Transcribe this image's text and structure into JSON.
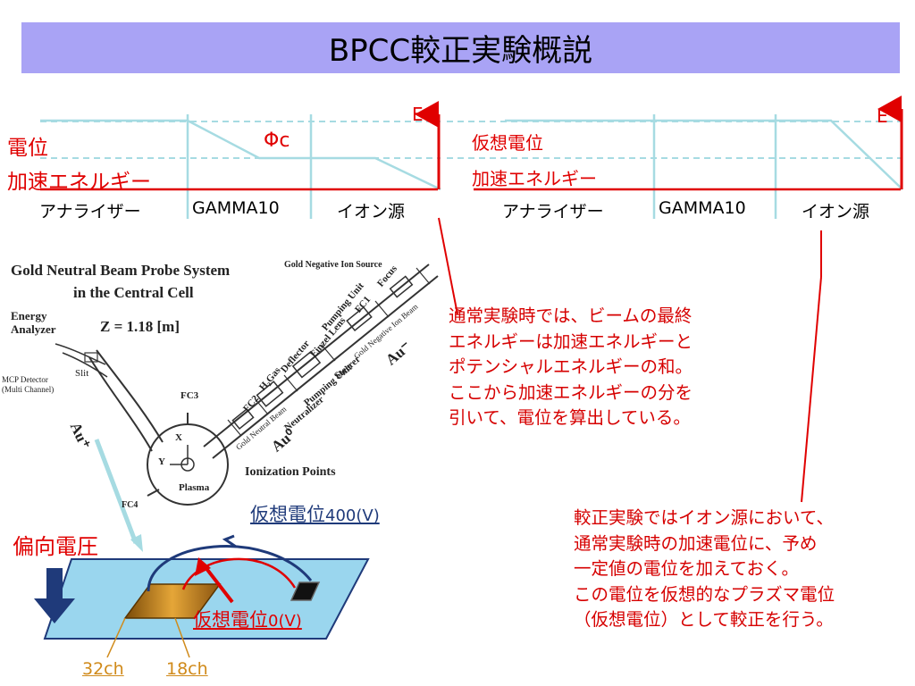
{
  "title": "BPCC較正実験概説",
  "left_diagram": {
    "potential_label": "電位",
    "energy_label": "加速エネルギー",
    "phi_label": "Φc",
    "axis_label": "E",
    "segments": [
      "アナライザー",
      "GAMMA10",
      "イオン源"
    ]
  },
  "right_diagram": {
    "potential_label": "仮想電位",
    "energy_label": "加速エネルギー",
    "axis_label": "E",
    "segments": [
      "アナライザー",
      "GAMMA10",
      "イオン源"
    ]
  },
  "schematic": {
    "title_line1": "Gold Neutral Beam Probe System",
    "title_line2": "in the Central Cell",
    "z_label": "Z = 1.18 [m]",
    "energy_analyzer": "Energy Analyzer",
    "mcp_detector": "MCP Detector",
    "multi_channel": "(Multi Channel)",
    "slit": "Slit",
    "au_plus": "Au⁺",
    "fc3": "FC3",
    "fc4": "FC4",
    "fc1": "FC1",
    "fc2": "FC2",
    "x": "X",
    "y": "Y",
    "plasma": "Plasma",
    "ionization": "Ionization Points",
    "neg_source": "Gold Negative Ion Source",
    "focus": "Focus",
    "pumping_unit_1": "Pumping Unit",
    "pumping_unit_2": "Pumping Unit",
    "einzel": "Einzel Lens",
    "deflector": "Deflector",
    "h2gas": "H₂Gas",
    "steerer": "Steerer",
    "neutralizer": "Neutralizer",
    "gold_neutral_beam": "Gold Neutral Beam",
    "gold_negative_beam": "Gold Negative Ion Beam",
    "au0": "Au⁰",
    "au_minus": "Au⁻"
  },
  "note_1": "通常実験時では、ビームの最終\nエネルギーは加速エネルギーと\nポテンシャルエネルギーの和。\nここから加速エネルギーの分を\n引いて、電位を算出している。",
  "note_2": "較正実験ではイオン源において、\n通常実験時の加速電位に、予め\n一定値の電位を加えておく。\nこの電位を仮想的なプラズマ電位\n（仮想電位）として較正を行う。",
  "plate": {
    "deflect_voltage": "偏向電圧",
    "virtual_400_a": "仮想電位",
    "virtual_400_b": "400(V)",
    "virtual_0_a": "仮想電位",
    "virtual_0_b": "0(V)",
    "ch32": "32ch",
    "ch18": "18ch"
  },
  "colors": {
    "title_bg": "#a9a3f5",
    "potential_line": "#a6dbe2",
    "red": "#e00000",
    "plate": "#9ad6ee",
    "arrow_blue": "#1f3a7a",
    "detector": "#d08a1a"
  }
}
